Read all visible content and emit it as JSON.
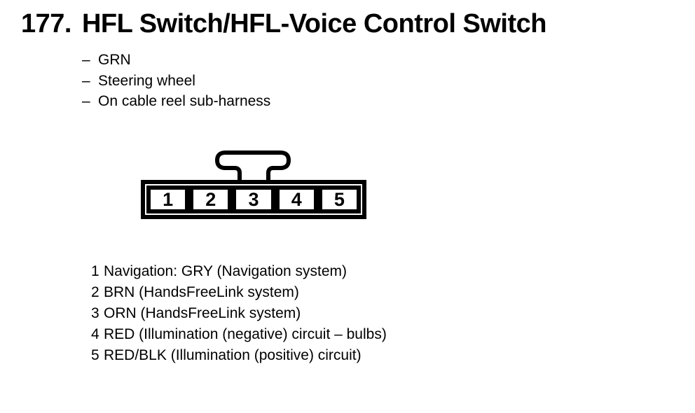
{
  "colors": {
    "ink": "#000000",
    "paper": "#ffffff"
  },
  "header": {
    "number": "177.",
    "title": "HFL Switch/HFL-Voice Control Switch"
  },
  "attributes": [
    {
      "marker": "–",
      "text": "GRN"
    },
    {
      "marker": "–",
      "text": "Steering wheel"
    },
    {
      "marker": "–",
      "text": "On cable reel sub-harness"
    }
  ],
  "connector": {
    "pins": [
      "1",
      "2",
      "3",
      "4",
      "5"
    ]
  },
  "pin_legend": [
    {
      "pin": "1",
      "description": "Navigation: GRY (Navigation system)"
    },
    {
      "pin": "2",
      "description": "BRN (HandsFreeLink system)"
    },
    {
      "pin": "3",
      "description": "ORN (HandsFreeLink system)"
    },
    {
      "pin": "4",
      "description": "RED (Illumination (negative) circuit – bulbs)"
    },
    {
      "pin": "5",
      "description": "RED/BLK (Illumination (positive) circuit)"
    }
  ]
}
